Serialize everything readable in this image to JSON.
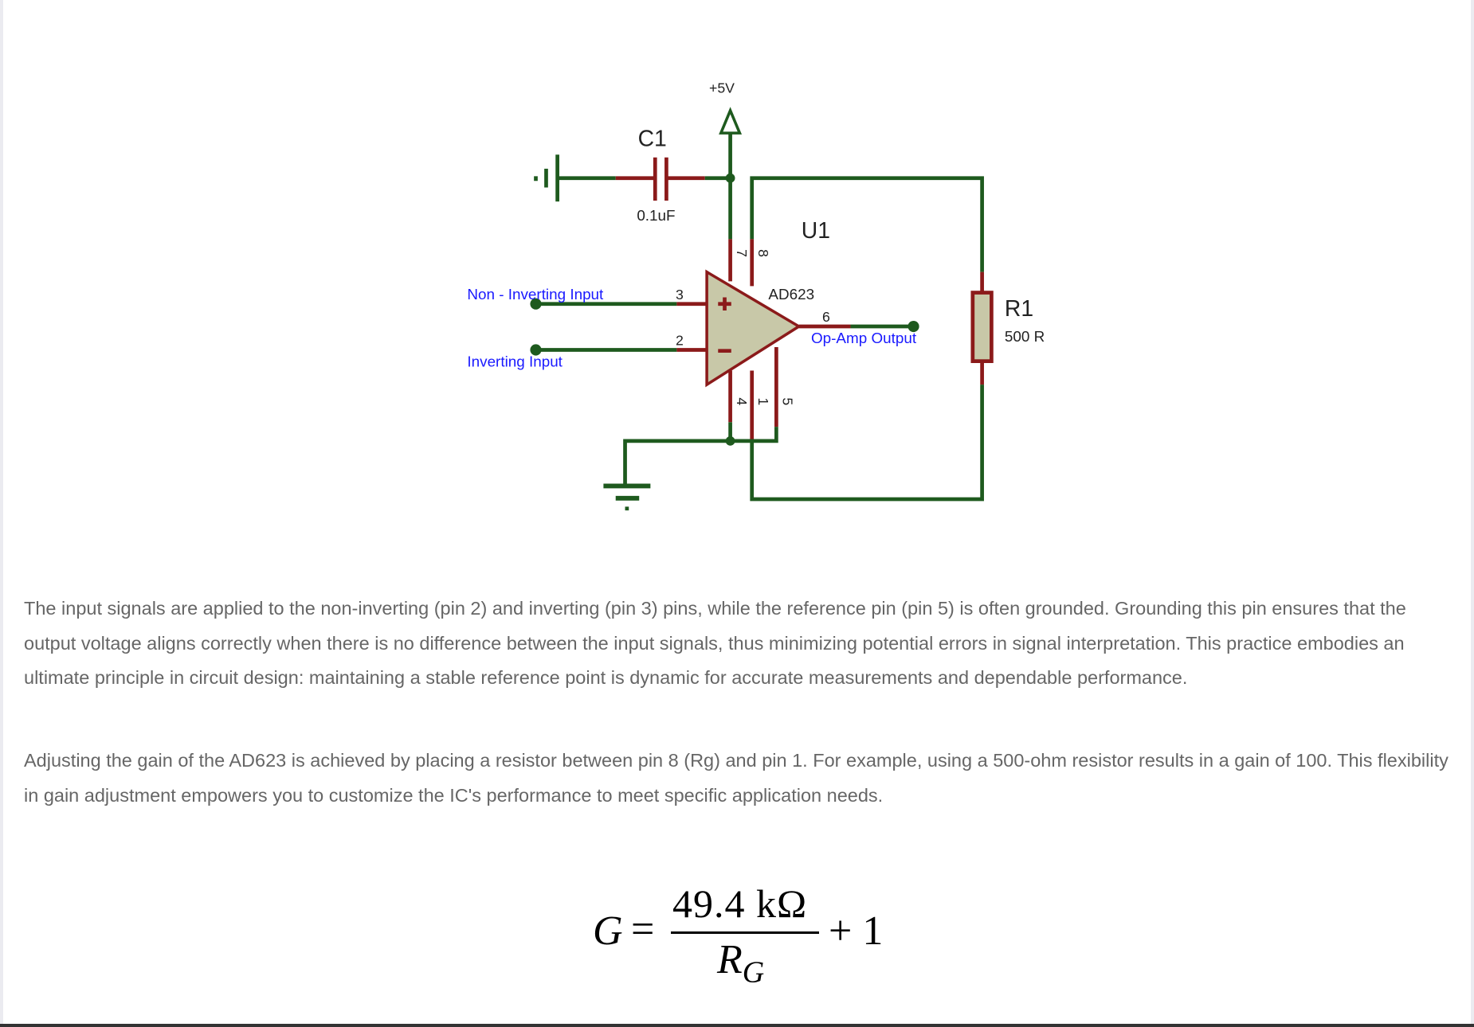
{
  "circuit": {
    "supply_label": "+5V",
    "capacitor": {
      "name": "C1",
      "value": "0.1uF"
    },
    "ic": {
      "name": "U1",
      "part": "AD623"
    },
    "resistor": {
      "name": "R1",
      "value": "500 R"
    },
    "pins": {
      "p3": "3",
      "p2": "2",
      "p6": "6",
      "p7": "7",
      "p8": "8",
      "p4": "4",
      "p1": "1",
      "p5": "5"
    },
    "labels": {
      "non_inverting": "Non - Inverting Input",
      "inverting": "Inverting Input",
      "output": "Op-Amp Output"
    },
    "colors": {
      "wire": "#1e5a1e",
      "pin": "#8b1a1a",
      "body": "#c8c8a8",
      "label": "#1a1aff"
    }
  },
  "paragraphs": [
    "The input signals are applied to the non-inverting (pin 2) and inverting (pin 3) pins, while the reference pin (pin 5) is often grounded. Grounding this pin ensures that the output voltage aligns correctly when there is no difference between the input signals, thus minimizing potential errors in signal interpretation. This practice embodies an ultimate principle in circuit design: maintaining a stable reference point is dynamic for accurate measurements and dependable performance.",
    "Adjusting the gain of the AD623 is achieved by placing a resistor between pin 8 (Rg) and pin 1. For example, using a 500-ohm resistor results in a gain of 100. This flexibility in gain adjustment empowers you to customize the IC's performance to meet specific application needs."
  ],
  "formula": {
    "lhs": "G",
    "equals": "=",
    "numerator": "49.4 kΩ",
    "denominator": "R",
    "denominator_sub": "G",
    "tail": "+ 1"
  }
}
